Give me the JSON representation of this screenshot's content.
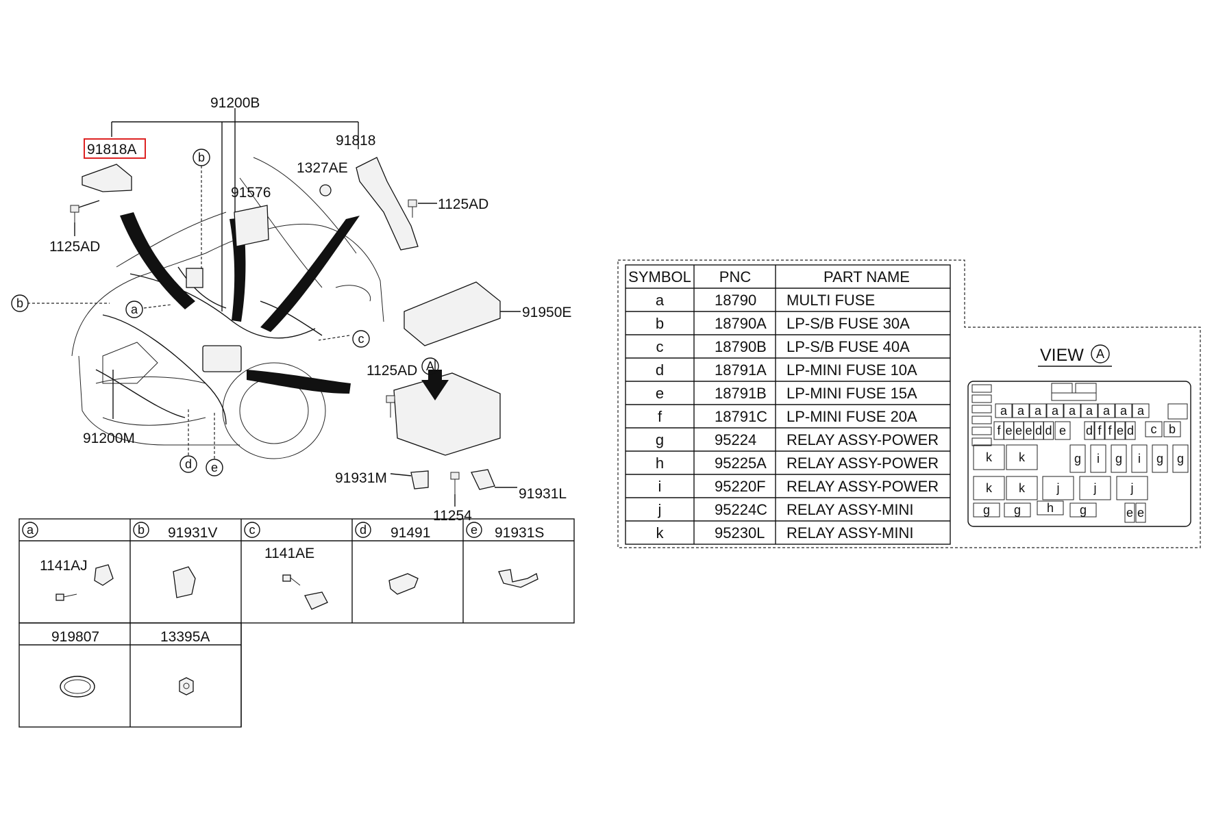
{
  "diagram": {
    "callouts": {
      "harness_main": "91200B",
      "bracket_a": "91818A",
      "bracket": "91818",
      "bolt_1327": "1327AE",
      "bolt_right": "1125AD",
      "bolt_left": "1125AD",
      "relay_box": "91576",
      "cover": "91950E",
      "bolt_lower": "1125AD",
      "harness_front": "91200M",
      "bracket_m": "91931M",
      "bracket_l": "91931L",
      "bolt_11254": "11254",
      "view_marker": "A"
    },
    "circle_labels": [
      "b",
      "b",
      "a",
      "c",
      "d",
      "e"
    ]
  },
  "parts_grid": {
    "cells": [
      {
        "symbol": "a",
        "pnc": "",
        "part": "1141AJ"
      },
      {
        "symbol": "b",
        "pnc": "91931V",
        "part": ""
      },
      {
        "symbol": "c",
        "pnc": "",
        "part": "1141AE"
      },
      {
        "symbol": "d",
        "pnc": "91491",
        "part": ""
      },
      {
        "symbol": "e",
        "pnc": "91931S",
        "part": ""
      }
    ],
    "bottom": [
      {
        "pnc": "919807"
      },
      {
        "pnc": "13395A"
      }
    ]
  },
  "symbol_table": {
    "headers": [
      "SYMBOL",
      "PNC",
      "PART NAME"
    ],
    "rows": [
      [
        "a",
        "18790",
        "MULTI FUSE"
      ],
      [
        "b",
        "18790A",
        "LP-S/B FUSE 30A"
      ],
      [
        "c",
        "18790B",
        "LP-S/B FUSE 40A"
      ],
      [
        "d",
        "18791A",
        "LP-MINI FUSE 10A"
      ],
      [
        "e",
        "18791B",
        "LP-MINI FUSE 15A"
      ],
      [
        "f",
        "18791C",
        "LP-MINI FUSE 20A"
      ],
      [
        "g",
        "95224",
        "RELAY ASSY-POWER"
      ],
      [
        "h",
        "95225A",
        "RELAY ASSY-POWER"
      ],
      [
        "i",
        "95220F",
        "RELAY ASSY-POWER"
      ],
      [
        "j",
        "95224C",
        "RELAY ASSY-MINI"
      ],
      [
        "k",
        "95230L",
        "RELAY ASSY-MINI"
      ]
    ]
  },
  "view": {
    "title": "VIEW",
    "marker": "A",
    "row_a": [
      "a",
      "a",
      "a",
      "a",
      "a",
      "a",
      "a",
      "a",
      "a"
    ],
    "row_mini": [
      "f",
      "e",
      "e",
      "e",
      "d",
      "d",
      "e",
      "d",
      "f",
      "f",
      "e",
      "d",
      "c",
      "b"
    ],
    "row_relay1": [
      "k",
      "k",
      "g",
      "i",
      "g",
      "i",
      "g",
      "g"
    ],
    "row_relay2": [
      "k",
      "k",
      "j",
      "j",
      "j"
    ],
    "row_bottom": [
      "g",
      "g",
      "h",
      "g",
      "e",
      "e"
    ]
  }
}
